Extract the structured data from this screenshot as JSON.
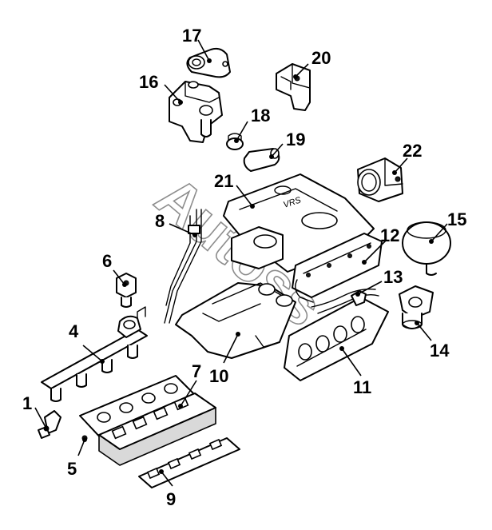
{
  "watermark": "Autoss",
  "cover_marking": "VRS",
  "callouts": [
    {
      "id": "1",
      "label": "1"
    },
    {
      "id": "4",
      "label": "4"
    },
    {
      "id": "5",
      "label": "5"
    },
    {
      "id": "6",
      "label": "6"
    },
    {
      "id": "7",
      "label": "7"
    },
    {
      "id": "8",
      "label": "8"
    },
    {
      "id": "9",
      "label": "9"
    },
    {
      "id": "10",
      "label": "10"
    },
    {
      "id": "11",
      "label": "11"
    },
    {
      "id": "12",
      "label": "12"
    },
    {
      "id": "13",
      "label": "13"
    },
    {
      "id": "14",
      "label": "14"
    },
    {
      "id": "15",
      "label": "15"
    },
    {
      "id": "16",
      "label": "16"
    },
    {
      "id": "17",
      "label": "17"
    },
    {
      "id": "18",
      "label": "18"
    },
    {
      "id": "19",
      "label": "19"
    },
    {
      "id": "20",
      "label": "20"
    },
    {
      "id": "21",
      "label": "21"
    },
    {
      "id": "22",
      "label": "22"
    }
  ]
}
